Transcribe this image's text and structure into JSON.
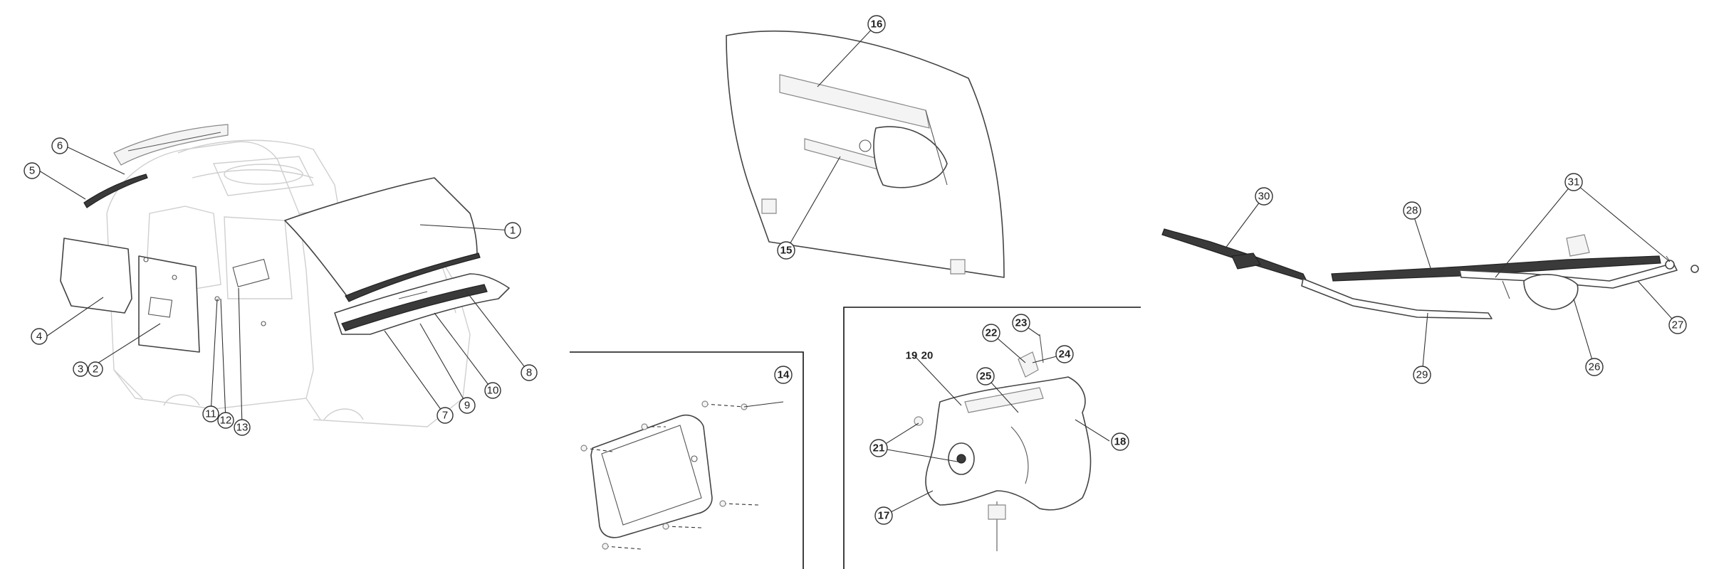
{
  "callouts": [
    {
      "id": "c1",
      "label": "1",
      "style": "circle"
    },
    {
      "id": "c2",
      "label": "2",
      "style": "circle"
    },
    {
      "id": "c3",
      "label": "3",
      "style": "circle"
    },
    {
      "id": "c4",
      "label": "4",
      "style": "circle"
    },
    {
      "id": "c5",
      "label": "5",
      "style": "circle"
    },
    {
      "id": "c6",
      "label": "6",
      "style": "circle"
    },
    {
      "id": "c7",
      "label": "7",
      "style": "circle"
    },
    {
      "id": "c8",
      "label": "8",
      "style": "circle"
    },
    {
      "id": "c9",
      "label": "9",
      "style": "circle"
    },
    {
      "id": "c10",
      "label": "10",
      "style": "circle"
    },
    {
      "id": "c11",
      "label": "11",
      "style": "circle"
    },
    {
      "id": "c12",
      "label": "12",
      "style": "circle"
    },
    {
      "id": "c13",
      "label": "13",
      "style": "circle"
    },
    {
      "id": "c14",
      "label": "14",
      "style": "circle"
    },
    {
      "id": "c15",
      "label": "15",
      "style": "circle"
    },
    {
      "id": "c16",
      "label": "16",
      "style": "circle"
    },
    {
      "id": "c17",
      "label": "17",
      "style": "circle"
    },
    {
      "id": "c18",
      "label": "18",
      "style": "circle"
    },
    {
      "id": "c19",
      "label": "19",
      "style": "plain"
    },
    {
      "id": "c20",
      "label": "20",
      "style": "plain"
    },
    {
      "id": "c21",
      "label": "21",
      "style": "circle"
    },
    {
      "id": "c22",
      "label": "22",
      "style": "circle"
    },
    {
      "id": "c23",
      "label": "23",
      "style": "circle"
    },
    {
      "id": "c24",
      "label": "24",
      "style": "circle"
    },
    {
      "id": "c25",
      "label": "25",
      "style": "circle"
    },
    {
      "id": "c26",
      "label": "26",
      "style": "circle"
    },
    {
      "id": "c27",
      "label": "27",
      "style": "circle"
    },
    {
      "id": "c28",
      "label": "28",
      "style": "circle"
    },
    {
      "id": "c29",
      "label": "29",
      "style": "circle"
    },
    {
      "id": "c30",
      "label": "30",
      "style": "circle"
    },
    {
      "id": "c31",
      "label": "31",
      "style": "circle"
    }
  ]
}
